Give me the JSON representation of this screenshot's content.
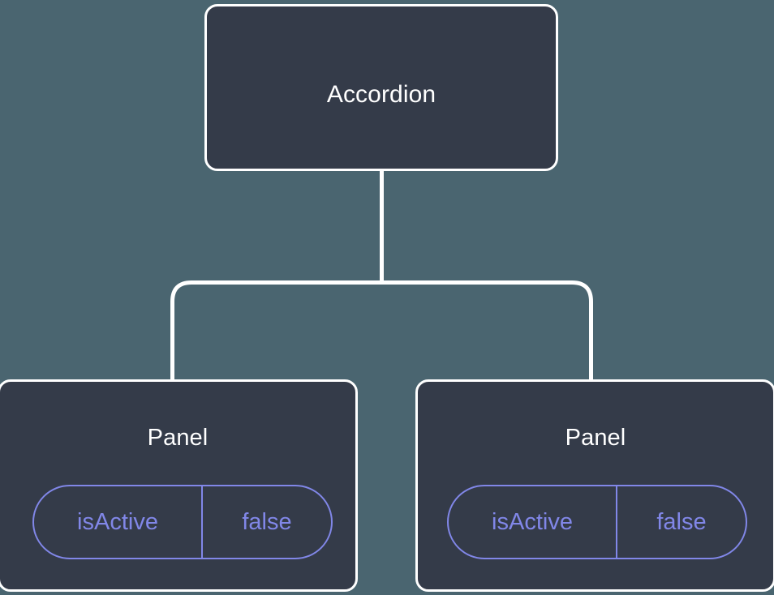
{
  "canvas": {
    "background_color": "#4a6570",
    "node_fill_color": "#343b49",
    "node_border_color": "#ffffff",
    "accent_color": "#8187e8",
    "connector_color": "#ffffff"
  },
  "tree": {
    "root": {
      "title": "Accordion"
    },
    "children": [
      {
        "title": "Panel",
        "prop": {
          "key": "isActive",
          "value": "false"
        }
      },
      {
        "title": "Panel",
        "prop": {
          "key": "isActive",
          "value": "false"
        }
      }
    ]
  }
}
